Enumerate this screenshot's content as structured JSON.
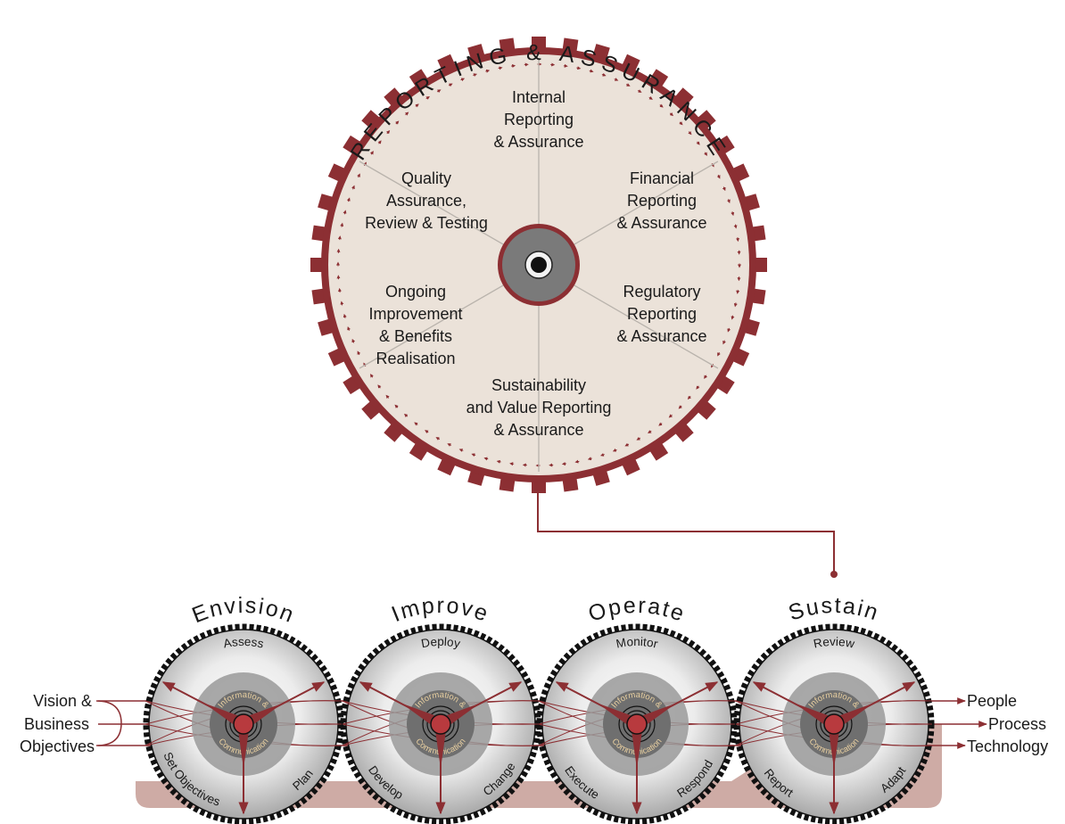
{
  "top_wheel": {
    "title": "REPORTING & ASSURANCE",
    "segments": [
      {
        "lines": [
          "Internal",
          "Reporting",
          "& Assurance"
        ]
      },
      {
        "lines": [
          "Financial",
          "Reporting",
          "& Assurance"
        ]
      },
      {
        "lines": [
          "Regulatory",
          "Reporting",
          "& Assurance"
        ]
      },
      {
        "lines": [
          "Sustainability",
          "and Value Reporting",
          "& Assurance"
        ]
      },
      {
        "lines": [
          "Ongoing",
          "Improvement",
          "& Benefits",
          "Realisation"
        ]
      },
      {
        "lines": [
          "Quality",
          "Assurance,",
          "Review & Testing"
        ]
      }
    ]
  },
  "gears": [
    {
      "title": "Envision",
      "top": "Assess",
      "left": "Set Objectives",
      "right": "Plan"
    },
    {
      "title": "Improve",
      "top": "Deploy",
      "left": "Develop",
      "right": "Change"
    },
    {
      "title": "Operate",
      "top": "Monitor",
      "left": "Execute",
      "right": "Respond"
    },
    {
      "title": "Sustain",
      "top": "Review",
      "left": "Report",
      "right": "Adapt"
    }
  ],
  "hub": {
    "upper": "Information &",
    "lower": "Communication"
  },
  "inputs": {
    "lines": [
      "Vision &",
      "Business",
      "Objectives"
    ]
  },
  "outputs": [
    "People",
    "Process",
    "Technology"
  ],
  "colors": {
    "maroon": "#8c2f33",
    "wheel_fill": "#ebe2d9",
    "hub_grey": "#7a7a7a",
    "base_band": "#c9a29b"
  }
}
